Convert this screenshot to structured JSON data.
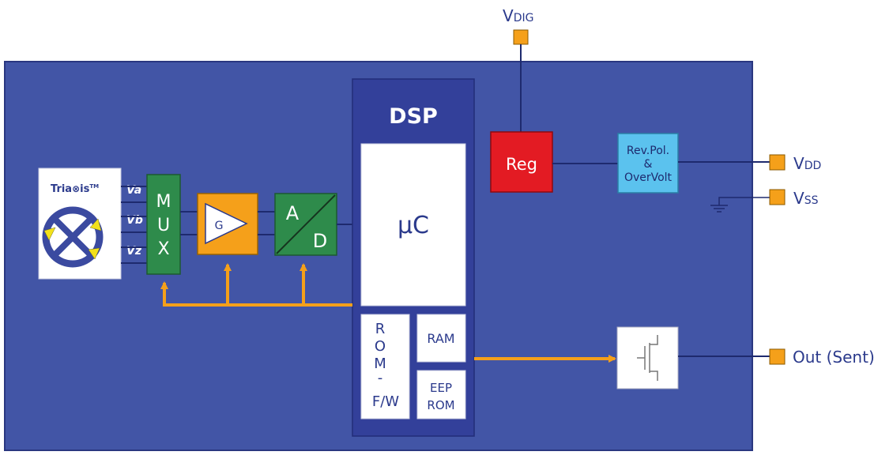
{
  "pins": {
    "vdig": {
      "main": "V",
      "sub": "DIG"
    },
    "vdd": {
      "main": "V",
      "sub": "DD"
    },
    "vss": {
      "main": "V",
      "sub": "SS"
    },
    "out": "Out (Sent)"
  },
  "sensor": {
    "brand": "Tria",
    "brand_tail": "is",
    "trademark": "TM",
    "channels": [
      "Va",
      "Vb",
      "Vz"
    ]
  },
  "blocks": {
    "mux": [
      "M",
      "U",
      "X"
    ],
    "gain": "G",
    "adc_a": "A",
    "adc_d": "D",
    "dsp": "DSP",
    "uc": "μC",
    "rom": [
      "R",
      "O",
      "M",
      "-",
      "F/W"
    ],
    "ram": "RAM",
    "eeprom": [
      "EEP",
      "ROM"
    ],
    "reg": "Reg",
    "revpol": [
      "Rev.Pol.",
      "&",
      "OverVolt"
    ]
  },
  "colors": {
    "chip": "#4255a6",
    "dsp": "#33409a",
    "green": "#2e8b4b",
    "orange": "#f5a01a",
    "red": "#e31b23",
    "lightblue": "#5bc2ee",
    "text_navy": "#2b3a8c"
  }
}
